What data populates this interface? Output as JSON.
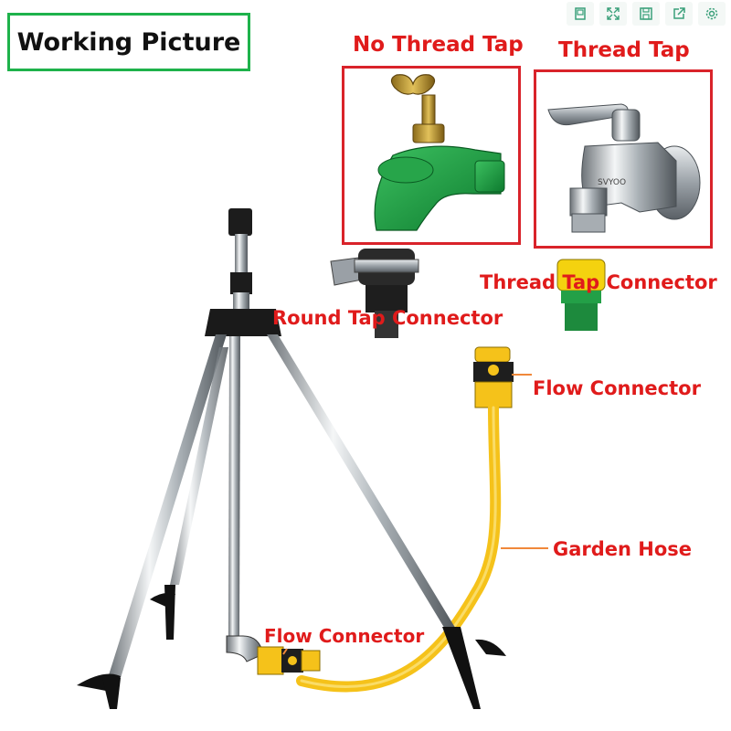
{
  "title": "Working Picture",
  "labels": {
    "no_thread_tap": "No Thread Tap",
    "thread_tap": "Thread Tap",
    "round_tap_connector": "Round Tap Connector",
    "thread_tap_connector": "Thread Tap Connector",
    "flow_connector_top": "Flow Connector",
    "garden_hose": "Garden Hose",
    "flow_connector_bottom": "Flow Connector",
    "faucet_brand": "SVYOO"
  },
  "toolbar": {
    "buttons": [
      "page-icon",
      "expand-icon",
      "save-icon",
      "share-icon",
      "gear-icon"
    ]
  },
  "colors": {
    "label_red": "#e01b1b",
    "frame_red": "#d9232a",
    "title_border_green": "#1eb24b",
    "hose_yellow": "#f5c21a",
    "tap_green": "#1a9a3e",
    "leader_orange": "#f0883a"
  }
}
